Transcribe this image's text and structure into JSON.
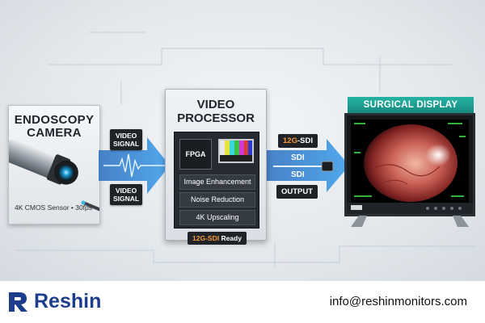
{
  "camera": {
    "title_line1": "ENDOSCOPY",
    "title_line2": "CAMERA",
    "spec": "4K CMOS Sensor • 30fps"
  },
  "signals": {
    "top_line1": "VIDEO",
    "top_line2": "SIGNAL",
    "bottom_line1": "VIDEO",
    "bottom_line2": "SIGNAL"
  },
  "processor": {
    "title_line1": "VIDEO",
    "title_line2": "PROCESSOR",
    "chip_label": "FPGA",
    "features": [
      "Image Enhancement",
      "Noise Reduction",
      "4K Upscaling"
    ],
    "ready_prefix": "12G-SDI",
    "ready_suffix": " Ready"
  },
  "output_link": {
    "top_prefix": "12G",
    "top_suffix": "-SDI",
    "sdi_1": "SDI",
    "sdi_2": "SDI",
    "output_label": "OUTPUT"
  },
  "display": {
    "title": "SURGICAL DISPLAY"
  },
  "footer": {
    "brand": "Reshin",
    "email": "info@reshinmonitors.com"
  },
  "colors": {
    "brand_blue": "#1c3d8c",
    "accent_orange": "#f39a3a",
    "display_teal": "#1f9f92",
    "arrow_blue": "#2f7fd0"
  }
}
